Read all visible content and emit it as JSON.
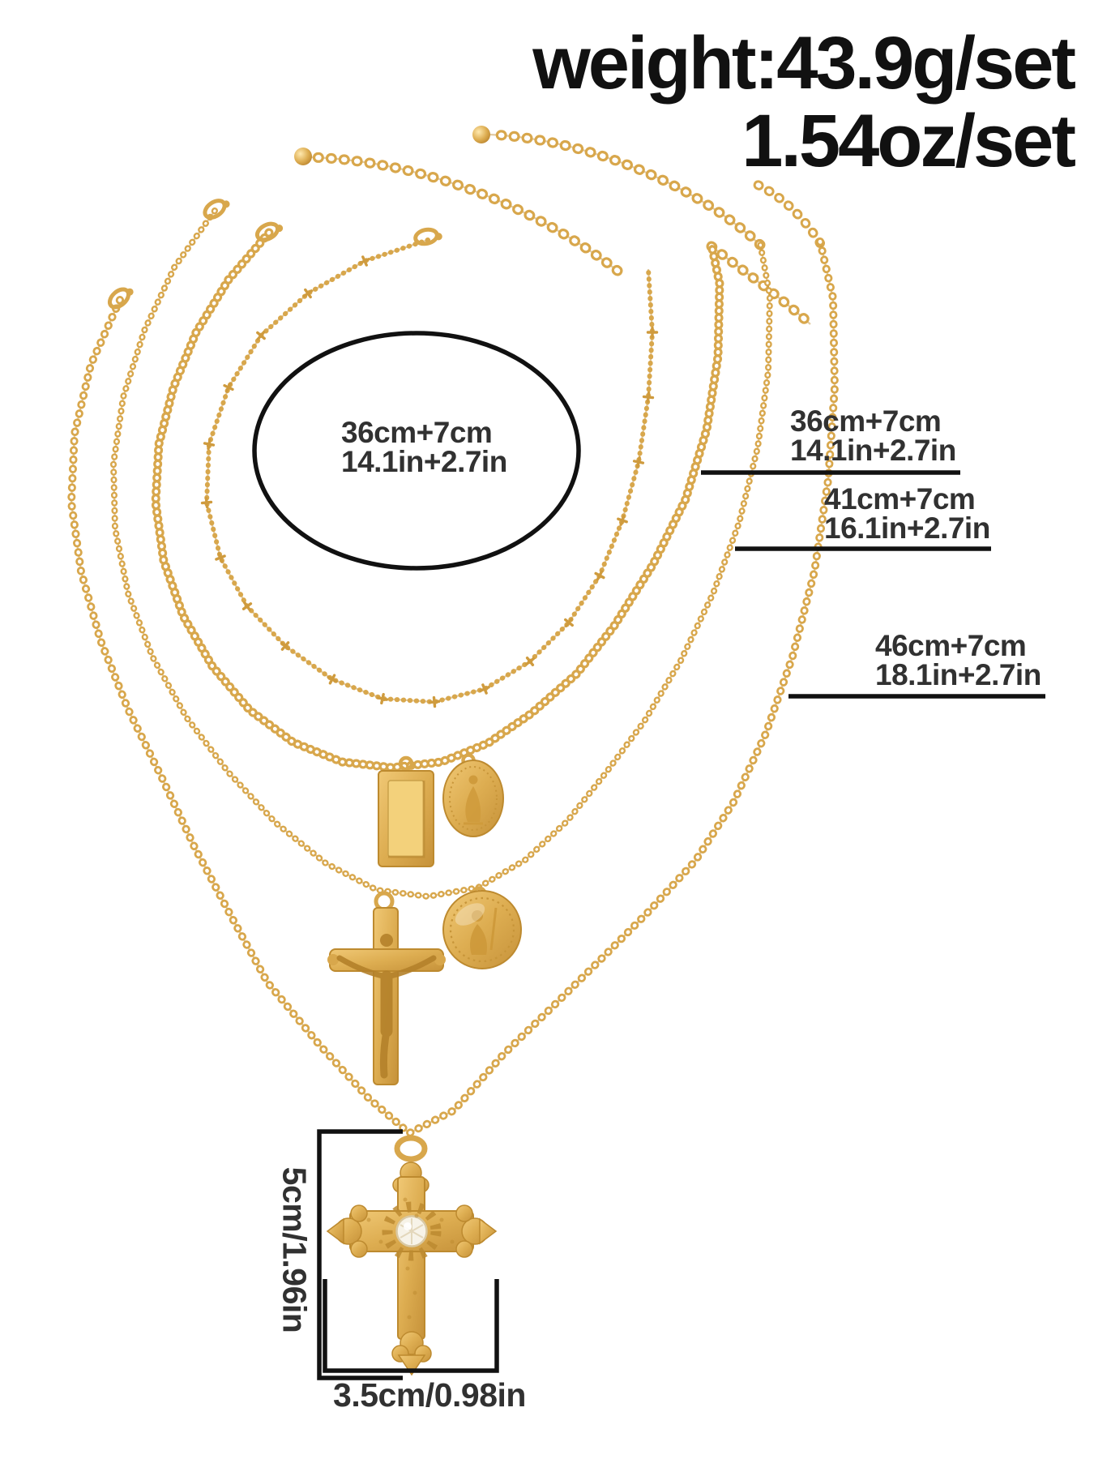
{
  "header": {
    "weight_metric": "weight:43.9g/set",
    "weight_imperial": "1.54oz/set"
  },
  "labels": {
    "choker_inner": {
      "metric": "36cm+7cm",
      "imperial": "14.1in+2.7in"
    },
    "necklace_36": {
      "metric": "36cm+7cm",
      "imperial": "14.1in+2.7in"
    },
    "necklace_41": {
      "metric": "41cm+7cm",
      "imperial": "16.1in+2.7in"
    },
    "necklace_46": {
      "metric": "46cm+7cm",
      "imperial": "18.1in+2.7in"
    },
    "cross_height": "5cm/1.96in",
    "cross_width": "3.5cm/0.98in"
  },
  "colors": {
    "gold": "#d8a74c",
    "gold_dark": "#bc8930",
    "gold_light": "#f3d17b",
    "annotation_ink": "#111111",
    "text_ink": "#313131",
    "background": "#ffffff"
  }
}
